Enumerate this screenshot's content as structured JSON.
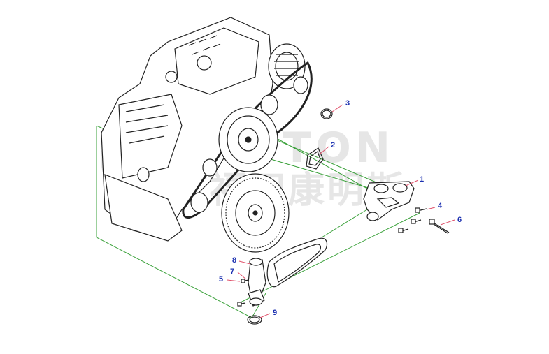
{
  "diagram": {
    "callouts": [
      {
        "id": "1",
        "label": "1"
      },
      {
        "id": "2",
        "label": "2"
      },
      {
        "id": "3",
        "label": "3"
      },
      {
        "id": "4",
        "label": "4"
      },
      {
        "id": "5",
        "label": "5"
      },
      {
        "id": "6",
        "label": "6"
      },
      {
        "id": "7",
        "label": "7"
      },
      {
        "id": "8",
        "label": "8"
      },
      {
        "id": "9",
        "label": "9"
      }
    ],
    "watermark": {
      "latin": "FOTON",
      "cjk": "福田康明斯"
    },
    "colors": {
      "label_text": "#1a2fb0",
      "leader_line": "#e0506a",
      "assembly_line": "#3aa13a",
      "line_art": "#222222",
      "watermark": "#e6e6e6"
    }
  }
}
